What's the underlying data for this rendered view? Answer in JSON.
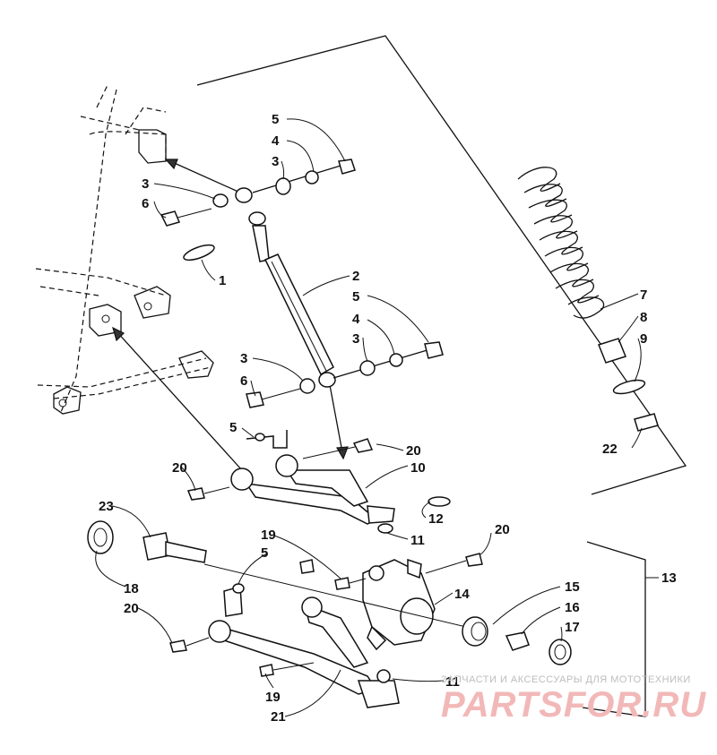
{
  "callouts": [
    {
      "id": "c5a",
      "text": "5"
    },
    {
      "id": "c4a",
      "text": "4"
    },
    {
      "id": "c3a",
      "text": "3"
    },
    {
      "id": "c3b",
      "text": "3"
    },
    {
      "id": "c6a",
      "text": "6"
    },
    {
      "id": "c1",
      "text": "1"
    },
    {
      "id": "c2",
      "text": "2"
    },
    {
      "id": "c5b",
      "text": "5"
    },
    {
      "id": "c4b",
      "text": "4"
    },
    {
      "id": "c3c",
      "text": "3"
    },
    {
      "id": "c3d",
      "text": "3"
    },
    {
      "id": "c6b",
      "text": "6"
    },
    {
      "id": "c7",
      "text": "7"
    },
    {
      "id": "c8",
      "text": "8"
    },
    {
      "id": "c9",
      "text": "9"
    },
    {
      "id": "c22",
      "text": "22"
    },
    {
      "id": "c5c",
      "text": "5"
    },
    {
      "id": "c20a",
      "text": "20"
    },
    {
      "id": "c20b",
      "text": "20"
    },
    {
      "id": "c10",
      "text": "10"
    },
    {
      "id": "c12",
      "text": "12"
    },
    {
      "id": "c11a",
      "text": "11"
    },
    {
      "id": "c23",
      "text": "23"
    },
    {
      "id": "c20c",
      "text": "20"
    },
    {
      "id": "c19a",
      "text": "19"
    },
    {
      "id": "c5d",
      "text": "5"
    },
    {
      "id": "c13",
      "text": "13"
    },
    {
      "id": "c14",
      "text": "14"
    },
    {
      "id": "c18",
      "text": "18"
    },
    {
      "id": "c15",
      "text": "15"
    },
    {
      "id": "c16",
      "text": "16"
    },
    {
      "id": "c20d",
      "text": "20"
    },
    {
      "id": "c17",
      "text": "17"
    },
    {
      "id": "c19b",
      "text": "19"
    },
    {
      "id": "c11b",
      "text": "11"
    },
    {
      "id": "c21",
      "text": "21"
    }
  ],
  "watermark": {
    "tagline": "ЗАПЧАСТИ И АКСЕССУАРЫ ДЛЯ МОТОТЕХНИКИ",
    "brand": "PARTSFOR.RU"
  }
}
